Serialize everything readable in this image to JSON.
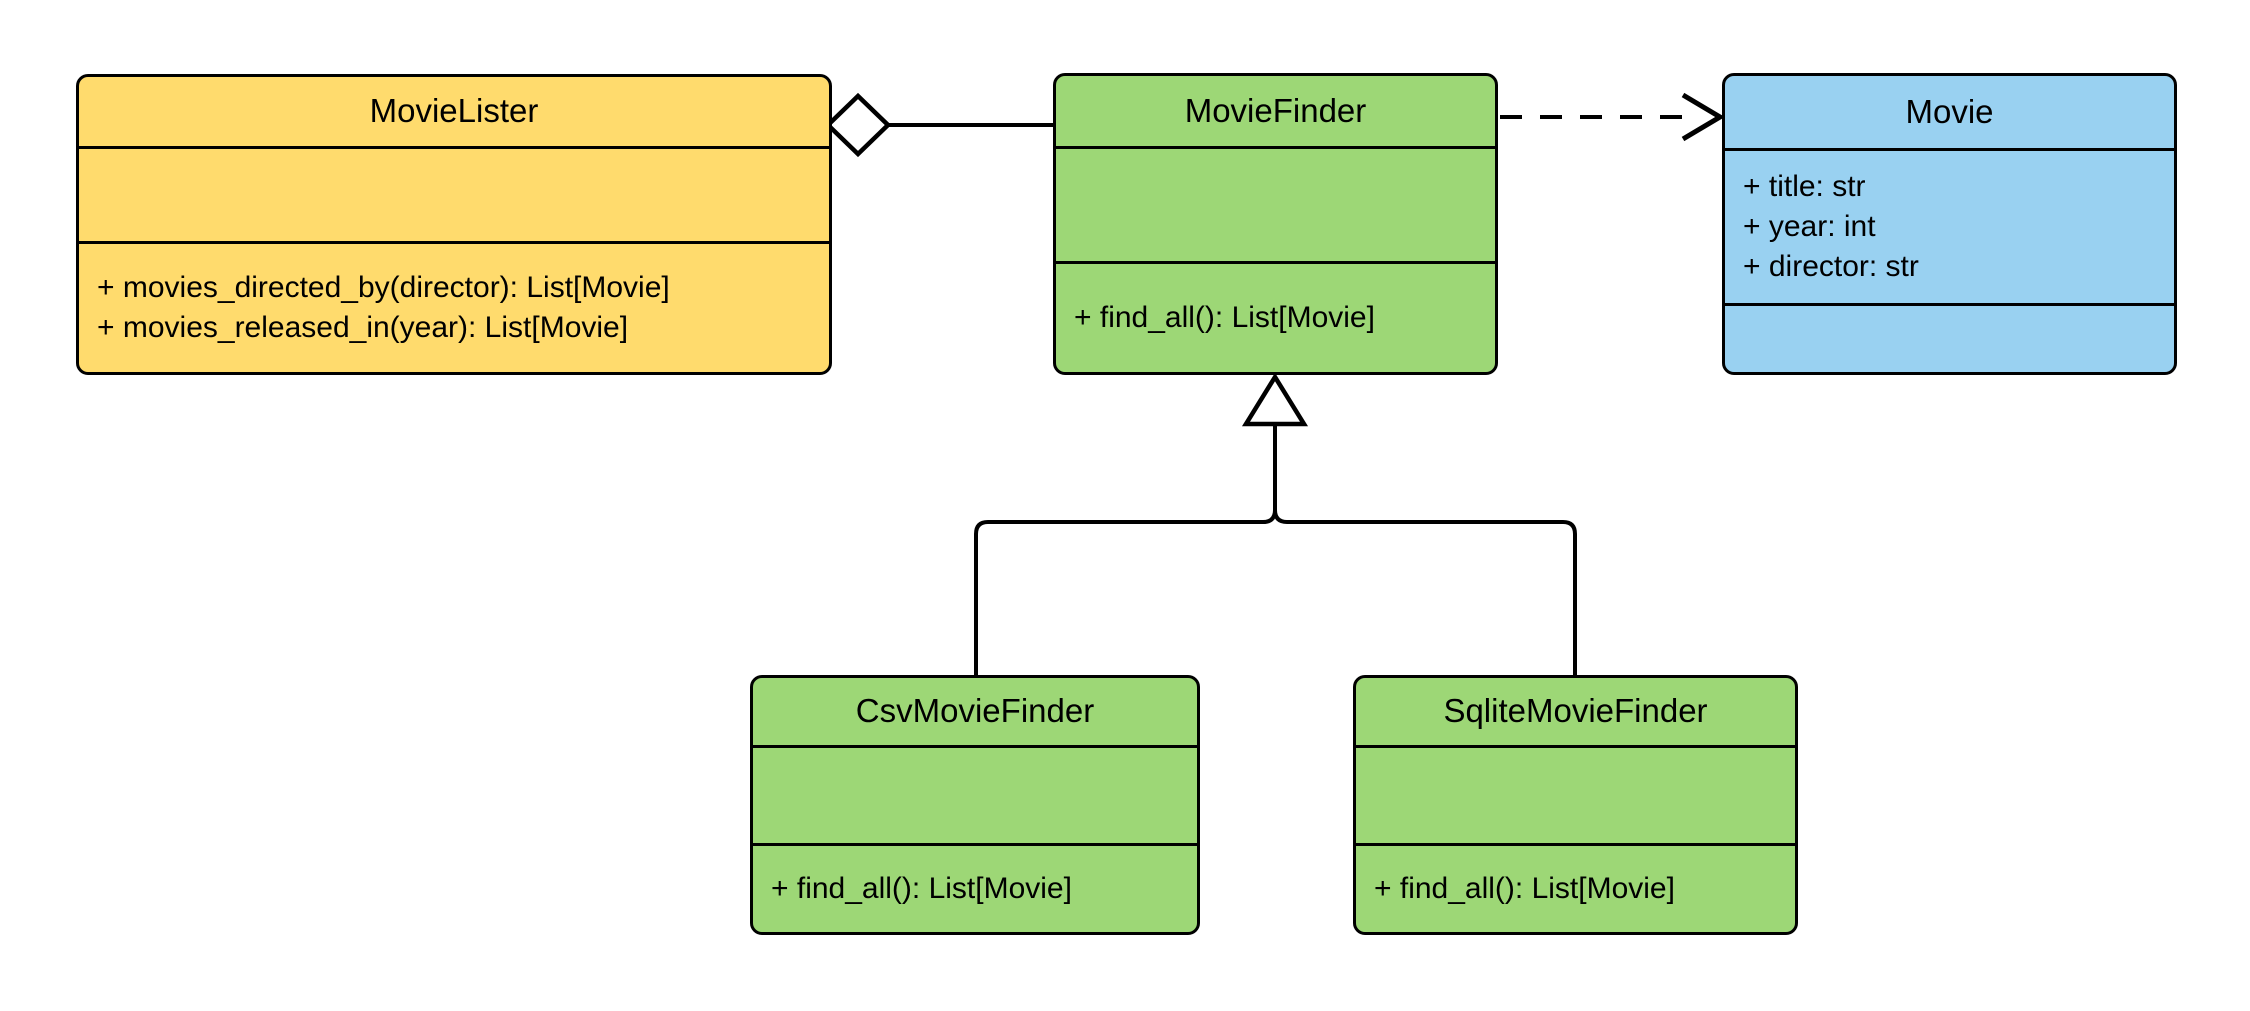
{
  "diagram": {
    "background_color": "#FFFFFF",
    "stroke_color": "#000000",
    "classes": [
      {
        "name": "MovieLister",
        "fill": "#FFDB6D",
        "attributes": [],
        "methods": [
          "+ movies_directed_by(director): List[Movie]",
          "+ movies_released_in(year): List[Movie]"
        ]
      },
      {
        "name": "MovieFinder",
        "fill": "#9DD776",
        "attributes": [],
        "methods": [
          "+ find_all(): List[Movie]"
        ]
      },
      {
        "name": "Movie",
        "fill": "#99D1F1",
        "attributes": [
          "+ title: str",
          "+ year: int",
          "+ director: str"
        ],
        "methods": []
      },
      {
        "name": "CsvMovieFinder",
        "fill": "#9DD776",
        "attributes": [],
        "methods": [
          "+ find_all(): List[Movie]"
        ]
      },
      {
        "name": "SqliteMovieFinder",
        "fill": "#9DD776",
        "attributes": [],
        "methods": [
          "+ find_all(): List[Movie]"
        ]
      }
    ],
    "relationships": [
      {
        "type": "aggregation",
        "from": "MovieLister",
        "to": "MovieFinder"
      },
      {
        "type": "dependency",
        "from": "MovieFinder",
        "to": "Movie"
      },
      {
        "type": "inheritance",
        "from": "CsvMovieFinder",
        "to": "MovieFinder"
      },
      {
        "type": "inheritance",
        "from": "SqliteMovieFinder",
        "to": "MovieFinder"
      }
    ]
  }
}
